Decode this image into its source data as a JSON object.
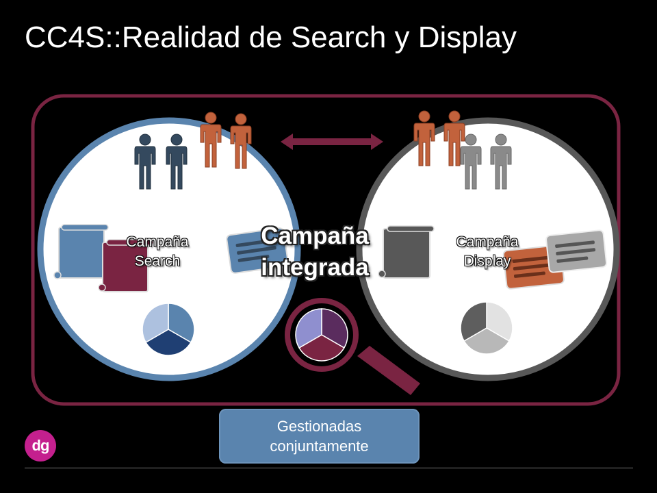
{
  "title": "CC4S::Realidad de Search y Display",
  "labels": {
    "search_line1": "Campaña",
    "search_line2": "Search",
    "display_line1": "Campaña",
    "display_line2": "Display",
    "integrated_line1": "Campaña",
    "integrated_line2": "integrada",
    "managed_line1": "Gestionadas",
    "managed_line2": "conjuntamente"
  },
  "logo": {
    "text": "dg",
    "color": "#c4208e"
  },
  "colors": {
    "background": "#000000",
    "frame": "#7a2442",
    "search_ring": "#5a84ae",
    "display_ring": "#585858",
    "people_navy": "#34495e",
    "people_orange": "#c2623c",
    "people_gray": "#8a8a8a",
    "arrow": "#7a2442",
    "magnifier": "#7a2442"
  },
  "icons": [
    "person-icon",
    "scroll-icon",
    "chat-bubble-icon",
    "pie-chart-icon",
    "magnifier-icon",
    "double-arrow-icon"
  ]
}
